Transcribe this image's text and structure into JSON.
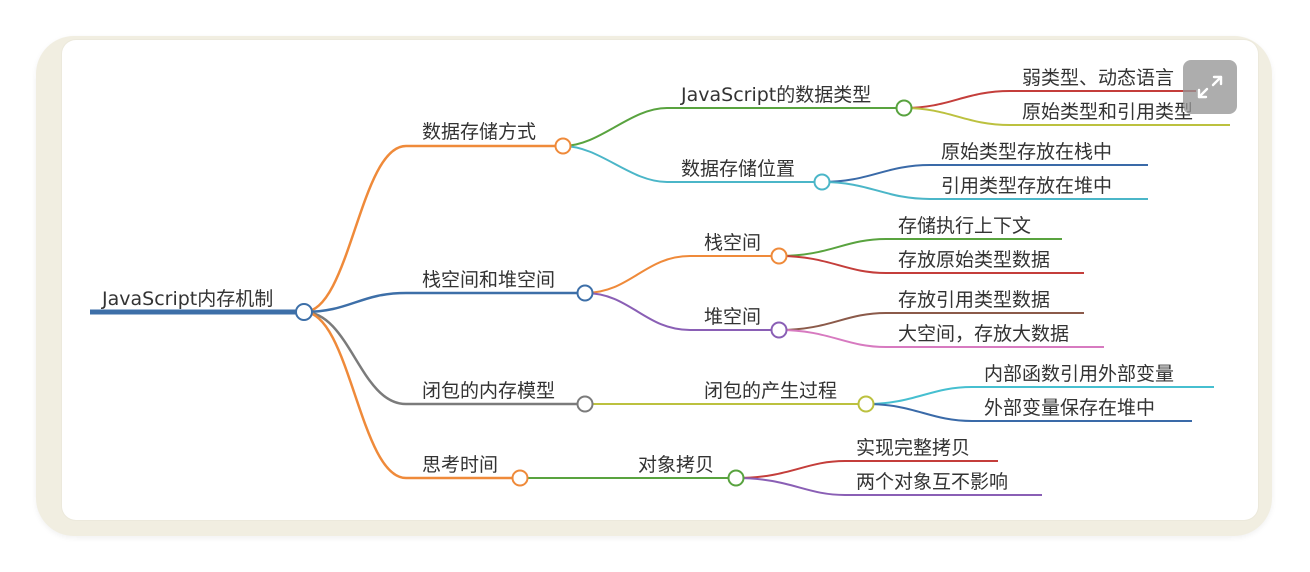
{
  "mindmap": {
    "root": "JavaScript内存机制",
    "branches": [
      {
        "label": "数据存储方式",
        "children": [
          {
            "label": "JavaScript的数据类型",
            "children": [
              "弱类型、动态语言",
              "原始类型和引用类型"
            ]
          },
          {
            "label": "数据存储位置",
            "children": [
              "原始类型存放在栈中",
              "引用类型存放在堆中"
            ]
          }
        ]
      },
      {
        "label": "栈空间和堆空间",
        "children": [
          {
            "label": "栈空间",
            "children": [
              "存储执行上下文",
              "存放原始类型数据"
            ]
          },
          {
            "label": "堆空间",
            "children": [
              "存放引用类型数据",
              "大空间，存放大数据"
            ]
          }
        ]
      },
      {
        "label": "闭包的内存模型",
        "children": [
          {
            "label": "闭包的产生过程",
            "children": [
              "内部函数引用外部变量",
              "外部变量保存在堆中"
            ]
          }
        ]
      },
      {
        "label": "思考时间",
        "children": [
          {
            "label": "对象拷贝",
            "children": [
              "实现完整拷贝",
              "两个对象互不影响"
            ]
          }
        ]
      }
    ]
  },
  "colors": {
    "root": "#3d6fa8",
    "orange": "#ef8a3a",
    "blue": "#3d6fa8",
    "gray": "#7b7b7b",
    "green": "#59a33f",
    "teal": "#4bb6c8",
    "red": "#c43e3b",
    "olive": "#bcc13f",
    "purple": "#8a5fb5",
    "navy": "#3a6aa8",
    "brown": "#8b5a4a",
    "pink": "#d77ac0",
    "cyan": "#46bfd0"
  },
  "controls": {
    "expand_icon": "expand-icon"
  }
}
